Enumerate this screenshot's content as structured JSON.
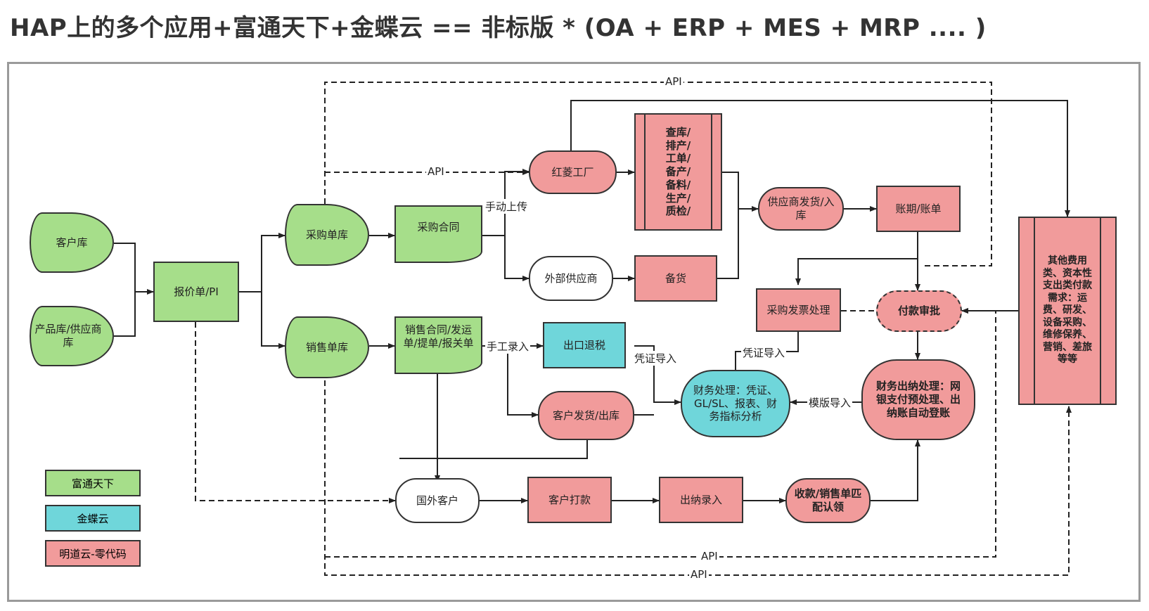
{
  "title": "HAP上的多个应用+富通天下+金蝶云 == 非标版 * (OA + ERP + MES + MRP .... )",
  "nodes": {
    "customer_db": "客户库",
    "product_db": "产品库/供应商库",
    "quote": "报价单/PI",
    "purchase_db": "采购单库",
    "sales_db": "销售单库",
    "purchase_contract": "采购合同",
    "sales_contract": "销售合同/发运单/提单/报关单",
    "hongling": "红菱工厂",
    "external_supplier": "外部供应商",
    "factory_proc": "查库/排产/工单/备产/备料/生产/质检/",
    "stock_prep": "备货",
    "supplier_ship": "供应商发货/入库",
    "account_period": "账期/账单",
    "other_expense": "其他费用类、资本性支出类付款需求：运费、研发、设备采购、维修保养、营销、差旅等等",
    "export_tax": "出口退税",
    "customer_ship": "客户发货/出库",
    "finance": "财务处理：凭证、GL/SL、报表、财务指标分析",
    "purchase_invoice": "采购发票处理",
    "payment_approval": "付款审批",
    "cashier": "财务出纳处理：网银支付预处理、出纳账自动登账",
    "foreign_customer": "国外客户",
    "customer_payment": "客户打款",
    "cashier_entry": "出纳录入",
    "receipt_match": "收款/销售单匹配认领"
  },
  "labels": {
    "api_top": "API",
    "api_mid": "API",
    "api_bottom1": "API",
    "api_bottom2": "API",
    "manual_upload": "手动上传",
    "manual_entry": "手工录入",
    "voucher_import1": "凭证导入",
    "voucher_import2": "凭证导入",
    "template_import": "模版导入"
  },
  "legend": {
    "futong": "富通天下",
    "kingdee": "金蝶云",
    "mingdao": "明道云-零代码"
  },
  "colors": {
    "green": "#a6de8a",
    "red": "#f19b9b",
    "cyan": "#6fd6da"
  }
}
